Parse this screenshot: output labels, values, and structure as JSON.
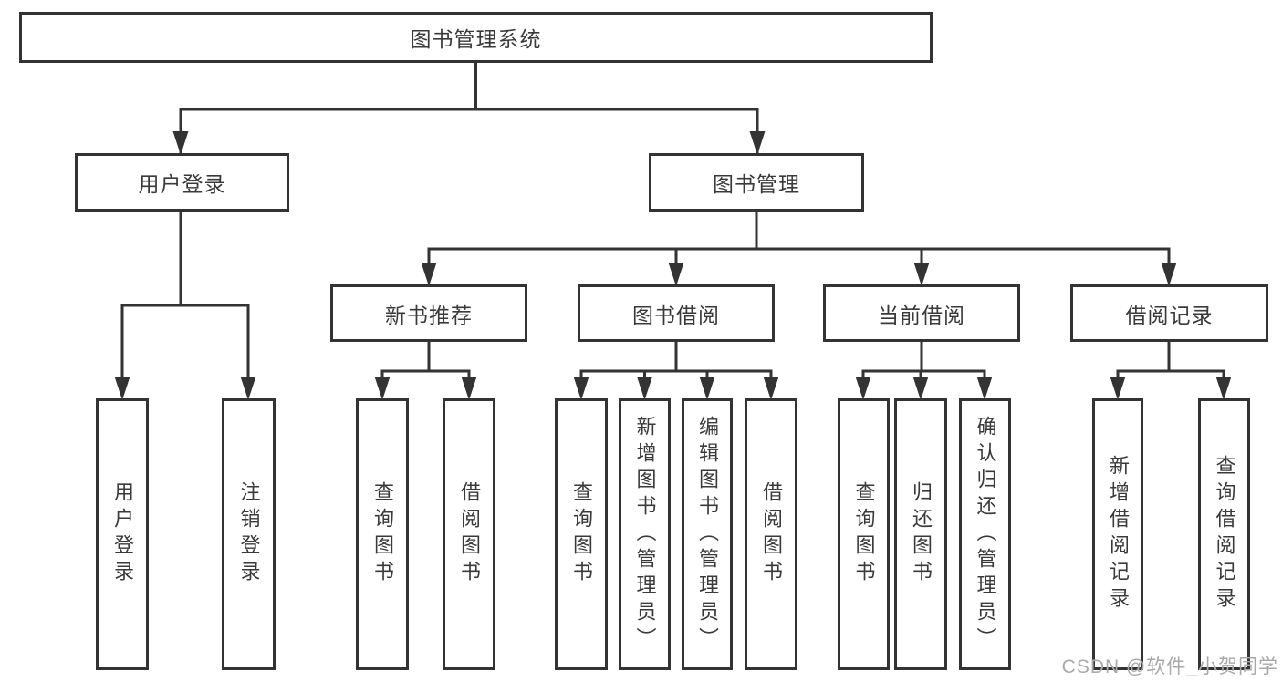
{
  "colors": {
    "line": "#333333",
    "text": "#3a3a3a",
    "background": "#ffffff",
    "watermark": "#a9a9a9"
  },
  "root": {
    "label": "图书管理系统"
  },
  "level1": [
    {
      "label": "用户登录"
    },
    {
      "label": "图书管理"
    }
  ],
  "level2": [
    {
      "label": "新书推荐"
    },
    {
      "label": "图书借阅"
    },
    {
      "label": "当前借阅"
    },
    {
      "label": "借阅记录"
    }
  ],
  "leaves": {
    "login": [
      {
        "label": "用户登录"
      },
      {
        "label": "注销登录"
      }
    ],
    "new_book": [
      {
        "label": "查询图书"
      },
      {
        "label": "借阅图书"
      }
    ],
    "book_borrow": [
      {
        "label": "查询图书"
      },
      {
        "label": "新增图书（管理员）"
      },
      {
        "label": "编辑图书（管理员）"
      },
      {
        "label": "借阅图书"
      }
    ],
    "current_borrow": [
      {
        "label": "查询图书"
      },
      {
        "label": "归还图书"
      },
      {
        "label": "确认归还（管理员）"
      }
    ],
    "borrow_records": [
      {
        "label": "新增借阅记录"
      },
      {
        "label": "查询借阅记录"
      }
    ]
  },
  "watermark": "CSDN @软件_小贺同学"
}
